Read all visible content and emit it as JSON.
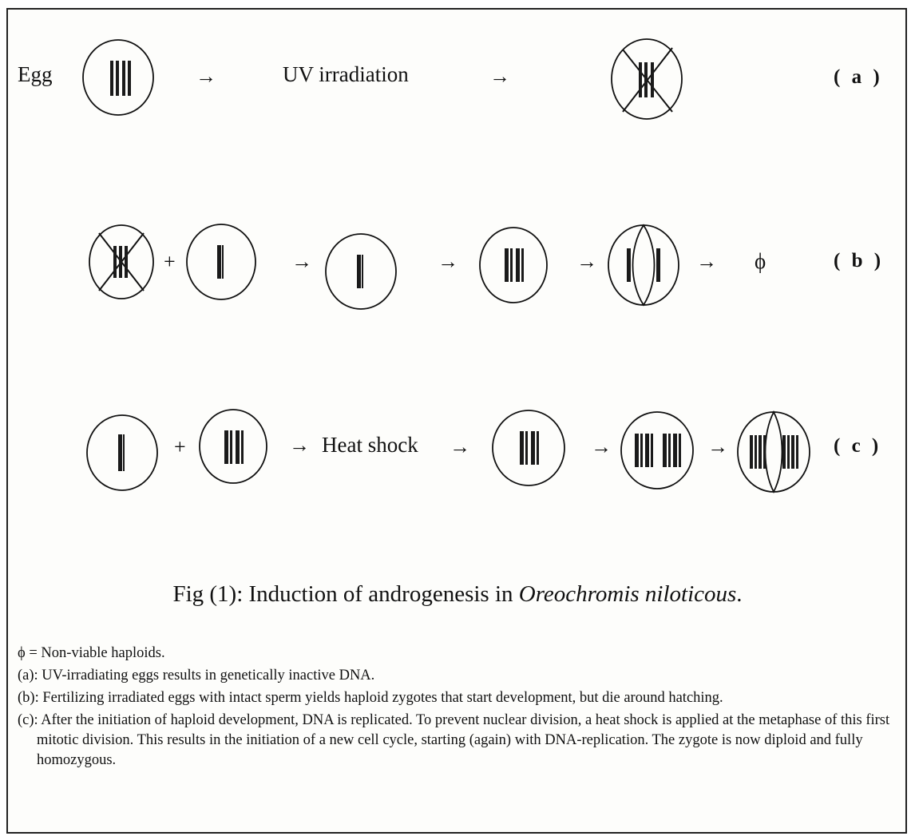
{
  "rows": {
    "a": {
      "label": "( a )",
      "start_label": "Egg",
      "arrow": "→",
      "step": "UV irradiation"
    },
    "b": {
      "label": "( b )",
      "plus": "+",
      "arrow": "→",
      "result_symbol": "ϕ"
    },
    "c": {
      "label": "( c )",
      "plus": "+",
      "arrow": "→",
      "step": "Heat shock"
    }
  },
  "caption": {
    "prefix": "Fig (1): Induction of androgenesis in ",
    "species": "Oreochromis niloticous",
    "suffix": "."
  },
  "notes": [
    "ϕ = Non-viable haploids.",
    "(a): UV-irradiating eggs results in genetically inactive DNA.",
    "(b): Fertilizing irradiated eggs with intact sperm yields haploid zygotes that start development, but die around hatching.",
    "(c): After the initiation of haploid development, DNA is replicated. To prevent nuclear division, a heat shock is applied at the metaphase of this first mitotic division. This results in the initiation of a new cell cycle, starting (again) with DNA-replication. The zygote is now diploid and fully homozygous."
  ],
  "colors": {
    "ink": "#111111",
    "paper": "#fdfdfb",
    "border": "#222222"
  }
}
